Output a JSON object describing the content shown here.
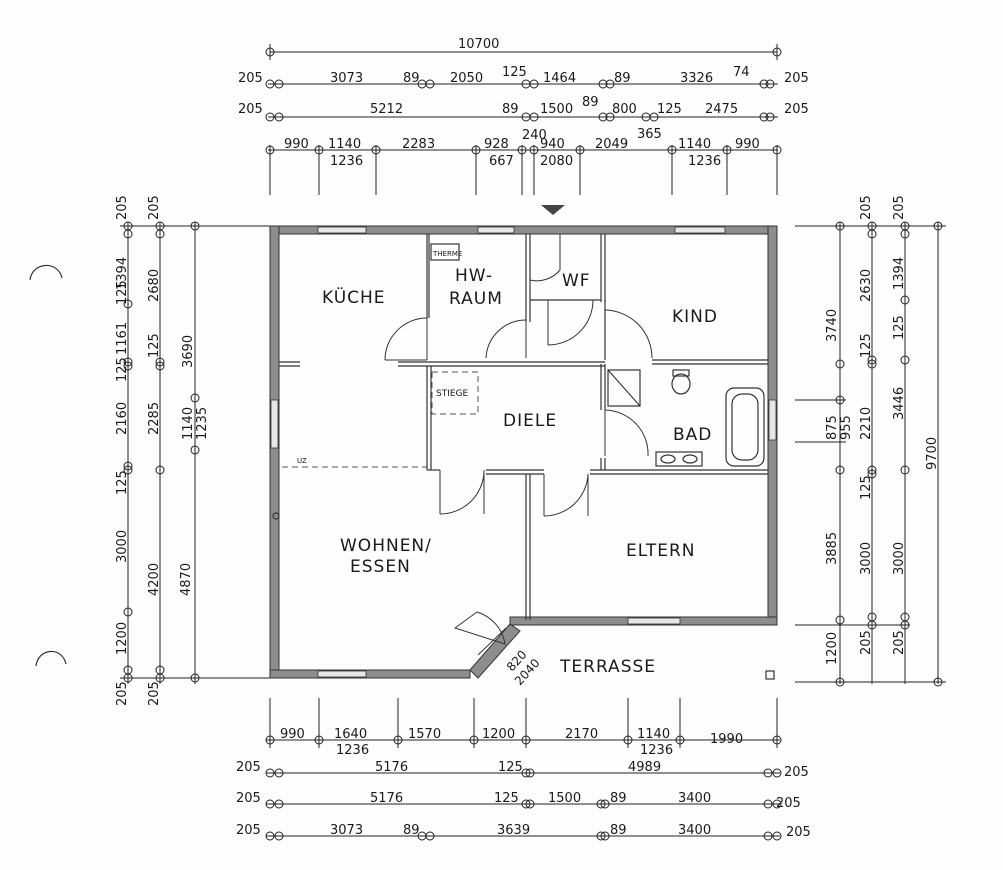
{
  "rooms": {
    "kueche": "KÜCHE",
    "hw1": "HW-",
    "hw2": "RAUM",
    "therme": "THERME",
    "wf": "WF",
    "kind": "KIND",
    "stiege": "STIEGE",
    "diele": "DIELE",
    "bad": "BAD",
    "wohnen1": "WOHNEN/",
    "wohnen2": "ESSEN",
    "eltern": "ELTERN",
    "terrasse": "TERRASSE",
    "door_w": "820",
    "door_h": "2040",
    "ut": "UZ"
  },
  "dims": {
    "top": {
      "r0_total": "10700",
      "r1": [
        "205",
        "3073",
        "89",
        "2050",
        "125",
        "1464",
        "89",
        "3326",
        "74",
        "205"
      ],
      "r2": [
        "205",
        "5212",
        "89",
        "1500",
        "89",
        "800",
        "125",
        "2475",
        "205"
      ],
      "r2_extra": "365",
      "r3_upper": [
        "990",
        "1140",
        "2283",
        "928",
        "240",
        "940",
        "2049",
        "1140",
        "990"
      ],
      "r3_lower": [
        "1236",
        "667",
        "2080",
        "1236"
      ]
    },
    "bottom": {
      "r1_upper": [
        "990",
        "1640",
        "1570",
        "1200",
        "2170",
        "1140",
        "1990"
      ],
      "r1_lower": [
        "1236",
        "1236"
      ],
      "r2": [
        "205",
        "5176",
        "125",
        "4989",
        "205"
      ],
      "r3": [
        "205",
        "5176",
        "125",
        "1500",
        "89",
        "3400",
        "205"
      ],
      "r4": [
        "205",
        "3073",
        "89",
        "3639",
        "89",
        "3400",
        "205"
      ]
    },
    "left": {
      "c1": [
        "205",
        "1394",
        "125",
        "1161",
        "125",
        "2160",
        "125",
        "3000",
        "1200",
        "205"
      ],
      "c2": [
        "205",
        "2680",
        "125",
        "2285",
        "4200",
        "205"
      ],
      "c3": [
        "3690",
        "1140",
        "1235",
        "4870"
      ]
    },
    "right": {
      "c1": [
        "205",
        "2630",
        "125",
        "875",
        "955",
        "3885",
        "1200",
        "205"
      ],
      "c2": [
        "1394",
        "125",
        "2210",
        "125",
        "3000",
        "205"
      ],
      "c3": [
        "3740",
        "3446",
        "3000",
        "205"
      ],
      "c4": [
        "205",
        "9700"
      ]
    }
  }
}
